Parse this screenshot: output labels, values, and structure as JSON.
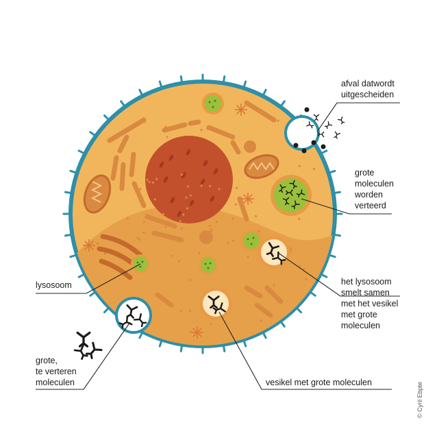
{
  "labels": {
    "waste": [
      "afval datwordt",
      "uitgescheiden"
    ],
    "large_digested": [
      "grote",
      "moleculen",
      "worden",
      "verteerd"
    ],
    "lysosome": [
      "lysosoom"
    ],
    "fusion": [
      "het lysosoom",
      "smelt samen",
      "met het vesikel",
      "met grote",
      "moleculen"
    ],
    "to_digest": [
      "grote,",
      "te verteren",
      "moleculen"
    ],
    "vesicle": [
      "vesikel met grote moleculen"
    ]
  },
  "credit": "© Cyril Ebpte",
  "colors": {
    "membrane": "#2e8fa8",
    "cytoplasm": "#f1b65c",
    "cytoplasm_lower": "#e7a04a",
    "nucleus": "#c2502d",
    "organelle": "#d98940",
    "lysosome_green": "#9bc03b",
    "molecule": "#1a1a1a",
    "leader": "#222222"
  }
}
